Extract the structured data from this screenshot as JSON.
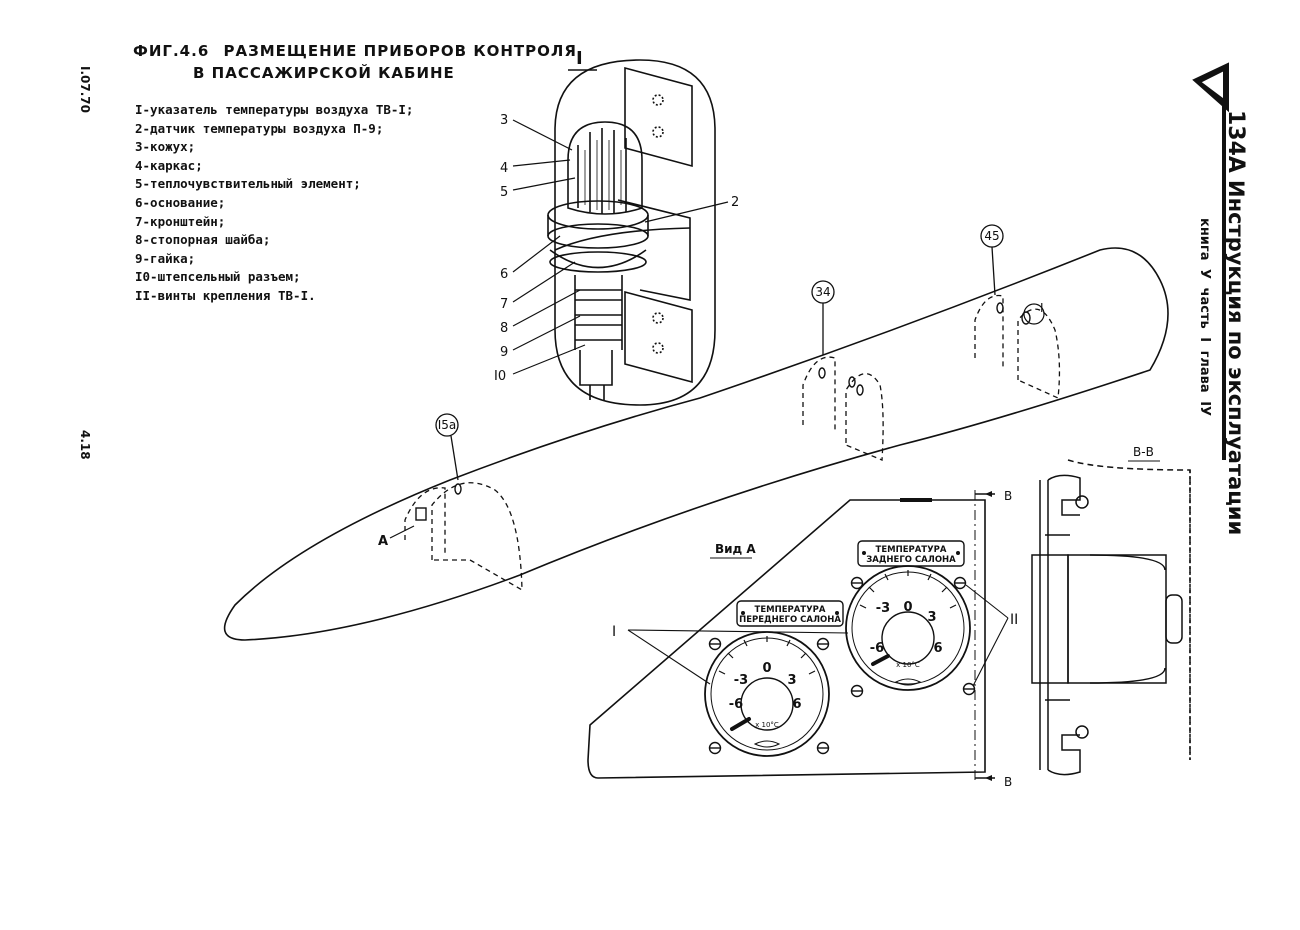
{
  "header": {
    "fig_number": "ФИГ.4.6",
    "title_line1": "РАЗМЕЩЕНИЕ ПРИБОРОВ КОНТРОЛЯ",
    "title_line2": "В ПАССАЖИРСКОЙ КАБИНЕ"
  },
  "legend": [
    "I-указатель температуры воздуха ТВ-I;",
    "2-датчик температуры воздуха П-9;",
    "3-кожух;",
    "4-каркас;",
    "5-теплочувствительный элемент;",
    "6-основание;",
    "7-кронштейн;",
    "8-стопорная шайба;",
    "9-гайка;",
    "I0-штепсельный разъем;",
    "II-винты крепления ТВ-I."
  ],
  "left_margin": {
    "date": "I.07.70",
    "page": "4.18"
  },
  "right_margin": {
    "model": "134А",
    "manual": "Инструкция по эксплуатации",
    "book_info": "книга У   часть I   глава IУ"
  },
  "detail_view": {
    "label": "I",
    "callouts": [
      "3",
      "4",
      "5",
      "2",
      "6",
      "7",
      "8",
      "9",
      "I0"
    ]
  },
  "fuselage": {
    "frames": [
      "I5а",
      "34",
      "45"
    ],
    "view_marker": "А",
    "detail_marker": "I"
  },
  "panel_view": {
    "label": "Вид А",
    "section_marker": "В",
    "front_plate": [
      "ТЕМПЕРАТУРА",
      "ПЕРЕДНЕГО САЛОНА"
    ],
    "rear_plate": [
      "ТЕМПЕРАТУРА",
      "ЗАДНЕГО САЛОНА"
    ],
    "gauge_labels": [
      "-3",
      "0",
      "3",
      "-6",
      "6"
    ],
    "gauge_unit": "х 10°С",
    "callout_indicator": "I",
    "callout_screws": "II"
  },
  "section_view": {
    "label": "В-В"
  }
}
